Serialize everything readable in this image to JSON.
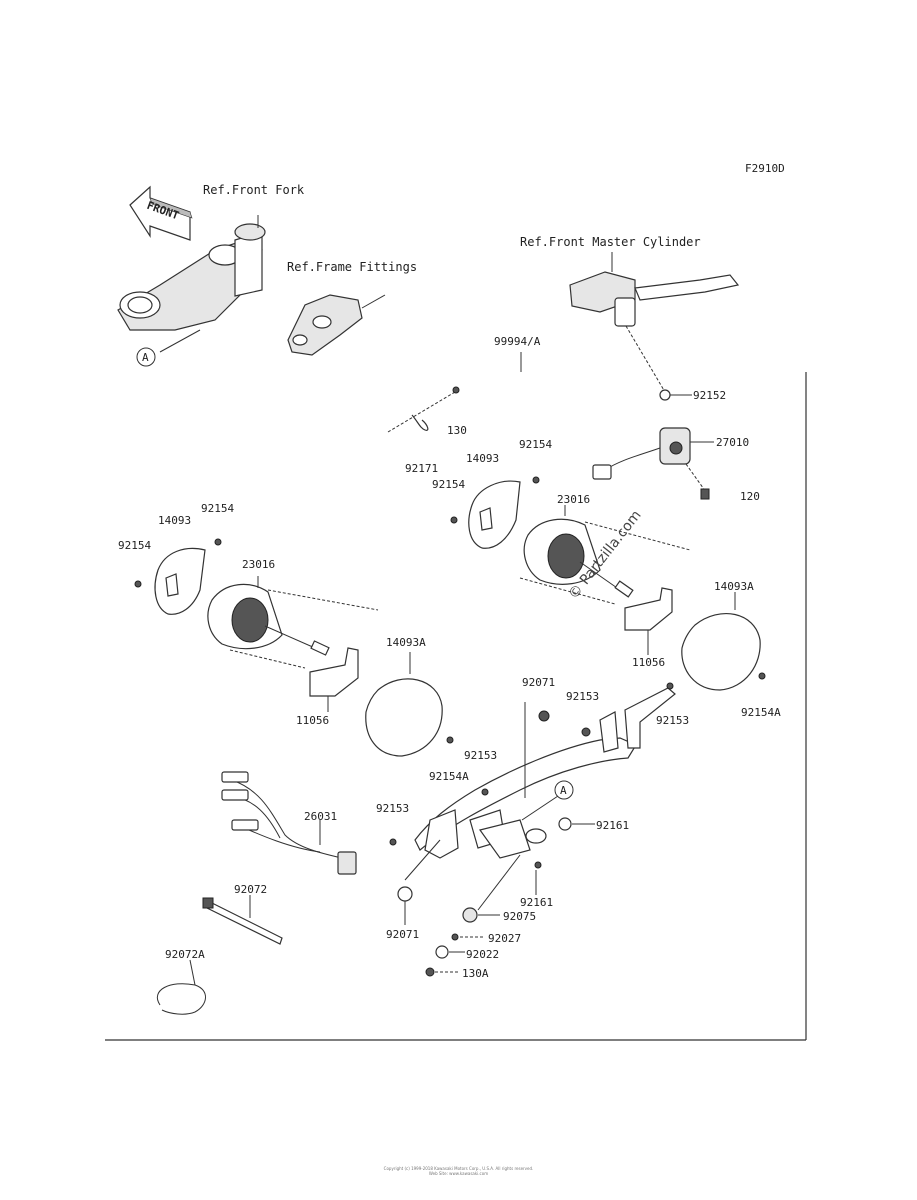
{
  "diagram_code": "F2910D",
  "front_arrow": "FRONT",
  "refs": {
    "front_fork": "Ref.Front Fork",
    "frame_fittings": "Ref.Frame Fittings",
    "front_master_cylinder": "Ref.Front Master Cylinder"
  },
  "callout_letter": "A",
  "watermark": "© Partzilla.com",
  "parts": {
    "p99994a": "99994/A",
    "p92152": "92152",
    "p130": "130",
    "p27010": "27010",
    "p120": "120",
    "p92171": "92171",
    "p14093_r": "14093",
    "p92154_r1": "92154",
    "p92154_r2": "92154",
    "p23016_r": "23016",
    "p14093a_r": "14093A",
    "p11056_r": "11056",
    "p92154a_r": "92154A",
    "p14093_l": "14093",
    "p92154_l1": "92154",
    "p92154_l2": "92154",
    "p23016_l": "23016",
    "p14093a_l": "14093A",
    "p11056_l": "11056",
    "p92154a_l": "92154A",
    "p92071_top": "92071",
    "p92153_a": "92153",
    "p92153_b": "92153",
    "p92153_c": "92153",
    "p92153_d": "92153",
    "p26031": "26031",
    "p92161_a": "92161",
    "p92161_b": "92161",
    "p92075": "92075",
    "p92027": "92027",
    "p92022": "92022",
    "p130a": "130A",
    "p92071_bot": "92071",
    "p92072": "92072",
    "p92072a": "92072A"
  },
  "footer": {
    "line1": "Copyright (c) 1999-2018 Kawasaki Motors Corp., U.S.A. All rights reserved.",
    "line2": "Web Site: www.kawasaki.com"
  }
}
